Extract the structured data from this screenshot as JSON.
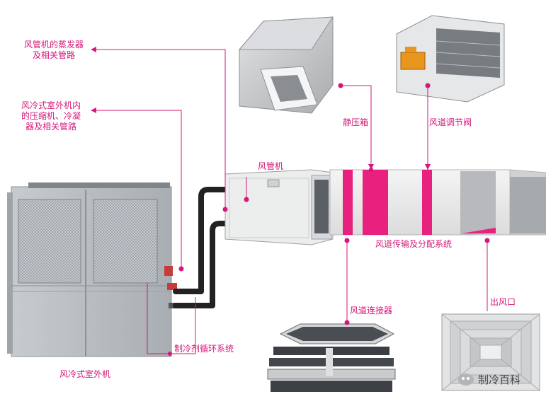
{
  "labels": {
    "evaporator": "风管机的蒸发器\n及相关管路",
    "outdoor_internal": "风冷式室外机内\n的压缩机、冷凝\n器及相关管路",
    "static_box": "静压箱",
    "damper": "风道调节阀",
    "fan_coil": "风管机",
    "duct_system": "风道传输及分配系统",
    "duct_connector": "风道连接器",
    "outlet": "出风口",
    "refrigerant_system": "制冷剂循环系统",
    "outdoor_unit": "风冷式室外机"
  },
  "watermark": "制冷百科",
  "colors": {
    "accent": "#d4177a",
    "duct_band": "#e8207e",
    "unit_gray": "#b8bcc0"
  }
}
